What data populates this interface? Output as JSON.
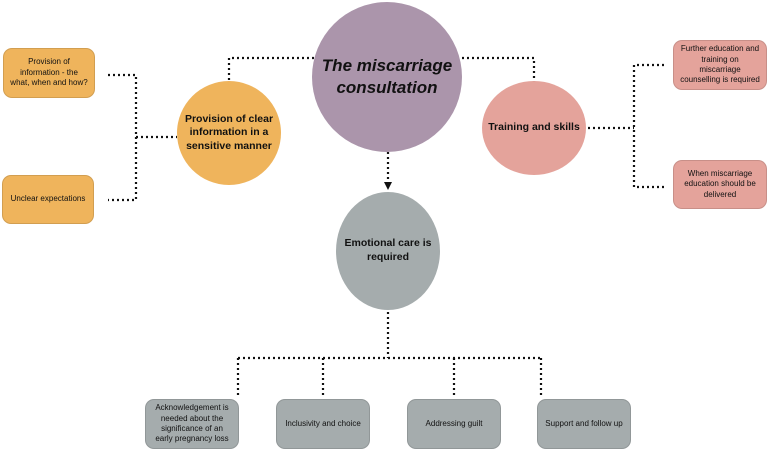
{
  "colors": {
    "main": "#ab95ab",
    "provision": "#efb45c",
    "training": "#e4a39b",
    "emotional": "#a5acad",
    "connector": "#111111"
  },
  "nodes": {
    "main": {
      "label": "The miscarriage consultation"
    },
    "provision": {
      "label": "Provision of clear information in a sensitive manner",
      "children": [
        "Provision of information - the what, when and how?",
        "Unclear expectations"
      ]
    },
    "training": {
      "label": "Training and skills",
      "children": [
        "Further education and training on miscarriage counselling is required",
        "When miscarriage education should be delivered"
      ]
    },
    "emotional": {
      "label": "Emotional care is required",
      "children": [
        "Acknowledgement is needed about the significance of an early pregnancy loss",
        "Inclusivity and choice",
        "Addressing guilt",
        "Support and follow up"
      ]
    }
  }
}
